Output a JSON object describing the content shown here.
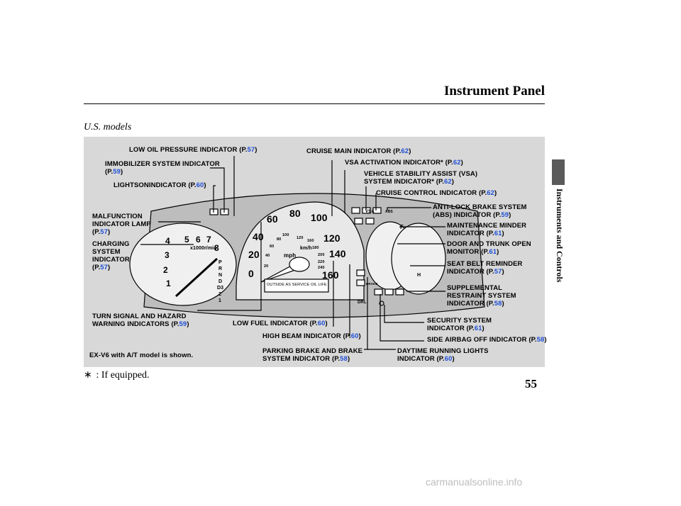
{
  "header": {
    "title": "Instrument Panel",
    "side_label": "Instruments and Controls",
    "page_number": "55"
  },
  "section_title": "U.S. models",
  "model_note": "EX-V6 with A/T model is shown.",
  "footnote": {
    "symbol": "∗",
    "text": ":  If equipped."
  },
  "labels": [
    {
      "id": "low-oil-pressure",
      "lines": [
        "LOW OIL PRESSURE INDICATOR  (P."
      ],
      "page": "57"
    },
    {
      "id": "immobilizer",
      "lines": [
        "IMMOBILIZER SYSTEM INDICATOR",
        "(P."
      ],
      "page": "59"
    },
    {
      "id": "lights-on",
      "lines": [
        "LIGHTSONINDICATOR   (P."
      ],
      "page": "60"
    },
    {
      "id": "malfunction",
      "lines": [
        "MALFUNCTION",
        "INDICATOR LAMP",
        "(P."
      ],
      "page": "57"
    },
    {
      "id": "charging",
      "lines": [
        "CHARGING",
        "SYSTEM",
        "INDICATOR",
        "(P."
      ],
      "page": "57"
    },
    {
      "id": "turn-signal",
      "lines": [
        "TURN SIGNAL AND HAZARD",
        "WARNING INDICATORS (P."
      ],
      "page": "59"
    },
    {
      "id": "low-fuel",
      "lines": [
        "LOW FUEL INDICATOR (P."
      ],
      "page": "60"
    },
    {
      "id": "high-beam",
      "lines": [
        "HIGH BEAM INDICATOR  (P."
      ],
      "page": "60"
    },
    {
      "id": "parking-brake",
      "lines": [
        "PARKING BRAKE AND BRAKE",
        "SYSTEM INDICATOR  (P."
      ],
      "page": "58"
    },
    {
      "id": "cruise-main",
      "lines": [
        "CRUISE MAIN INDICATOR (P."
      ],
      "page": "62"
    },
    {
      "id": "vsa-activation",
      "lines": [
        "VSA ACTIVATION INDICATOR*  (P."
      ],
      "page": "62"
    },
    {
      "id": "vsa-system",
      "lines": [
        "VEHICLE STABILITY ASSIST (VSA)",
        "SYSTEM INDICATOR*  (P."
      ],
      "page": "62"
    },
    {
      "id": "cruise-control",
      "lines": [
        "CRUISE CONTROL INDICATOR (P."
      ],
      "page": "62"
    },
    {
      "id": "abs",
      "lines": [
        "ANTI-LOCK BRAKE SYSTEM",
        "(ABS) INDICATOR (P."
      ],
      "page": "59"
    },
    {
      "id": "maintenance",
      "lines": [
        "MAINTENANCE MINDER",
        "INDICATOR (P."
      ],
      "page": "61"
    },
    {
      "id": "door-trunk",
      "lines": [
        "DOOR AND TRUNK OPEN",
        "MONITOR (P."
      ],
      "page": "61"
    },
    {
      "id": "seat-belt",
      "lines": [
        "SEAT BELT REMINDER",
        "INDICATOR  (P."
      ],
      "page": "57"
    },
    {
      "id": "srs",
      "lines": [
        "SUPPLEMENTAL",
        "RESTRAINT SYSTEM",
        "INDICATOR (P."
      ],
      "page": "58"
    },
    {
      "id": "security",
      "lines": [
        "SECURITY SYSTEM",
        "INDICATOR (P."
      ],
      "page": "61"
    },
    {
      "id": "side-airbag",
      "lines": [
        "SIDE AIRBAG OFF INDICATOR  (P."
      ],
      "page": "58"
    },
    {
      "id": "drl",
      "lines": [
        "DAYTIME RUNNING LIGHTS",
        "INDICATOR  (P."
      ],
      "page": "60"
    }
  ],
  "cluster": {
    "speedo_mph": [
      "0",
      "20",
      "40",
      "60",
      "80",
      "100",
      "120",
      "140",
      "160"
    ],
    "speedo_kmh": [
      "20",
      "40",
      "60",
      "80",
      "100",
      "120",
      "160",
      "180",
      "200",
      "220",
      "240"
    ],
    "speedo_unit_mph": "mph",
    "speedo_unit_kmh": "km/h",
    "tach_numbers": [
      "1",
      "2",
      "3",
      "4",
      "5",
      "6",
      "7",
      "8"
    ],
    "tach_unit": "x1000r/min",
    "gears": [
      "P",
      "R",
      "N",
      "D",
      "D3",
      "2",
      "1"
    ],
    "display_text": "OUTSIDE  AS  SERVICE OIL LIFE",
    "fuel_full": "F",
    "temp_high": "H",
    "icons": {
      "vsa": "VSA",
      "drl": "DRL",
      "brake": "BRAKE",
      "abs": "ABS"
    }
  },
  "colors": {
    "page_ref": "#1f4fd6",
    "panel_bg": "#d8d8d8"
  }
}
